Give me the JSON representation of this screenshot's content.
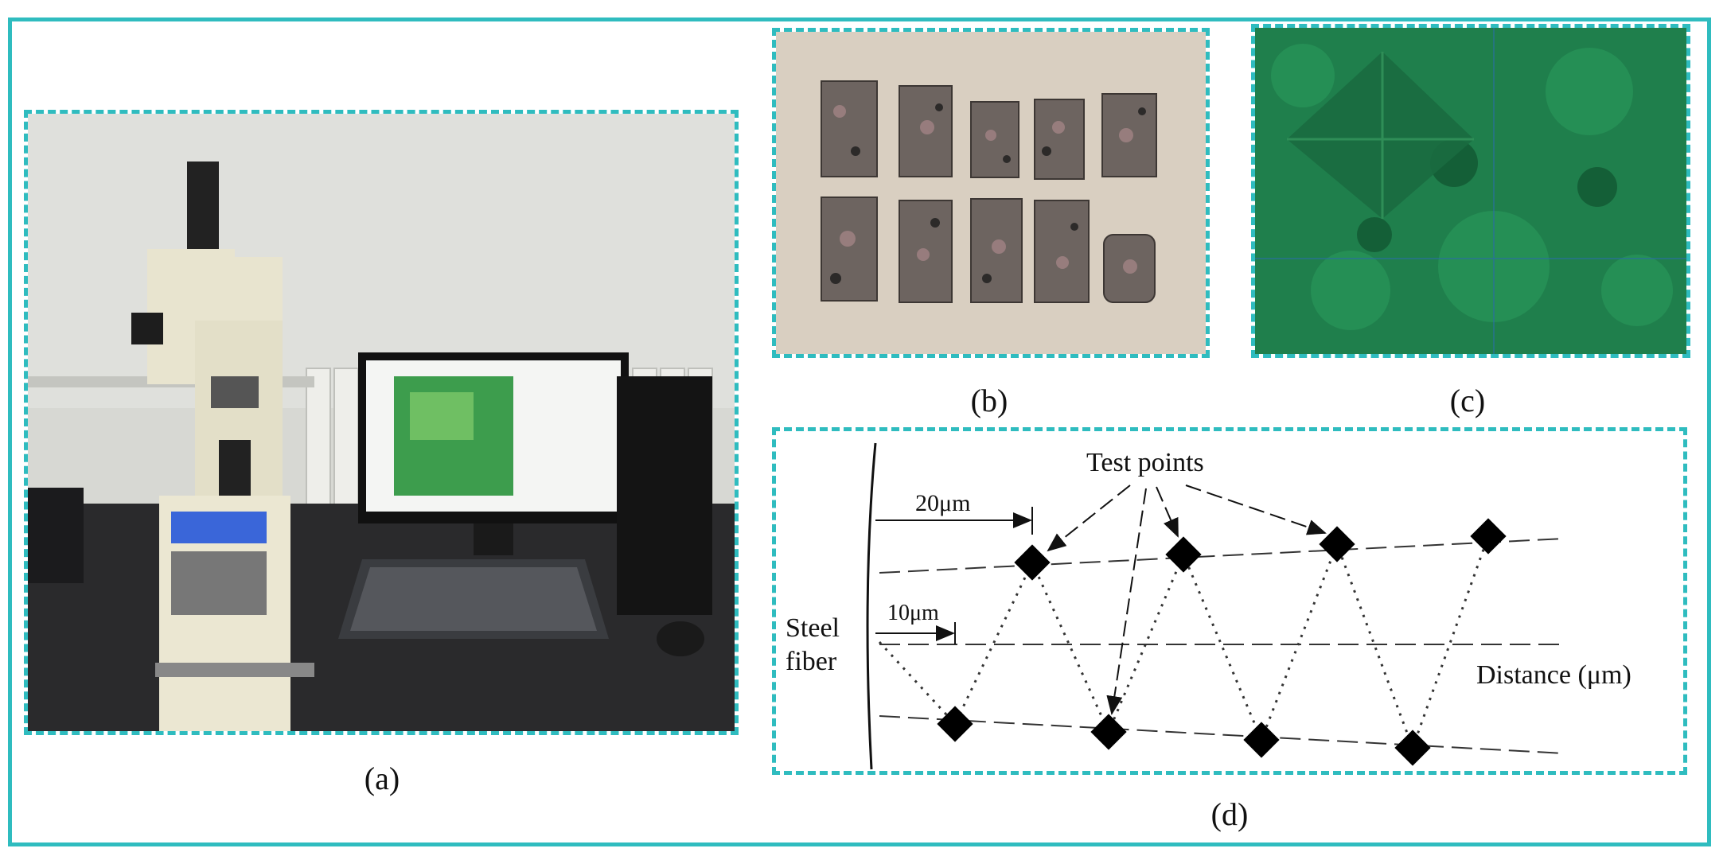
{
  "panel_a": {
    "label": "(a)"
  },
  "panel_b": {
    "label": "(b)"
  },
  "panel_c": {
    "label": "(c)"
  },
  "panel_d": {
    "label": "(d)",
    "test_points": "Test points",
    "dim_20": "20μm",
    "dim_10": "10μm",
    "steel": "Steel",
    "fiber": "fiber",
    "distance": "Distance (μm)"
  },
  "colors": {
    "frame": "#2fbcbf",
    "sample_bg": "#d9cfc1",
    "micro_green": "#1f7f4c"
  }
}
